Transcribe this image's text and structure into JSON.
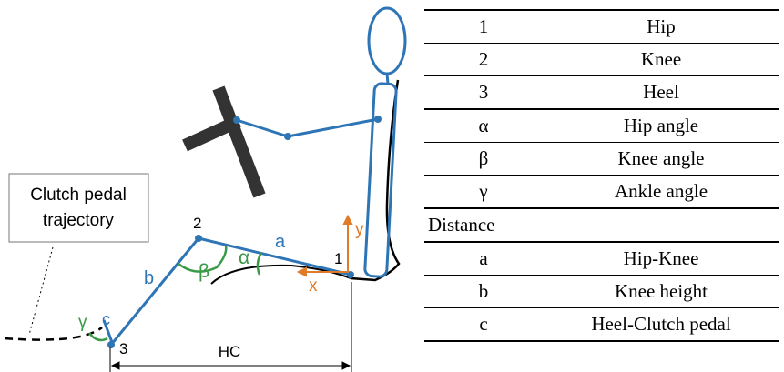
{
  "diagram": {
    "labels": {
      "clutch_line1": "Clutch pedal",
      "clutch_line2": "trajectory",
      "point_1": "1",
      "point_2": "2",
      "point_3": "3",
      "segment_a": "a",
      "segment_b": "b",
      "segment_c": "c",
      "alpha": "α",
      "beta": "β",
      "gamma": "γ",
      "axis_x": "x",
      "axis_y": "y",
      "hc": "HC"
    },
    "colors": {
      "body": "#2e75b6",
      "angle": "#3a9a48",
      "axis": "#e07b2a",
      "wheel": "#333333",
      "seat": "#000000"
    }
  },
  "table": {
    "rows": [
      {
        "key": "1",
        "value": "Hip"
      },
      {
        "key": "2",
        "value": "Knee"
      },
      {
        "key": "3",
        "value": "Heel"
      },
      {
        "key": "α",
        "value": "Hip angle"
      },
      {
        "key": "β",
        "value": "Knee angle"
      },
      {
        "key": "γ",
        "value": "Ankle angle"
      },
      {
        "section": "Distance"
      },
      {
        "key": "a",
        "value": "Hip-Knee"
      },
      {
        "key": "b",
        "value": "Knee height"
      },
      {
        "key": "c",
        "value": "Heel-Clutch pedal"
      }
    ]
  }
}
